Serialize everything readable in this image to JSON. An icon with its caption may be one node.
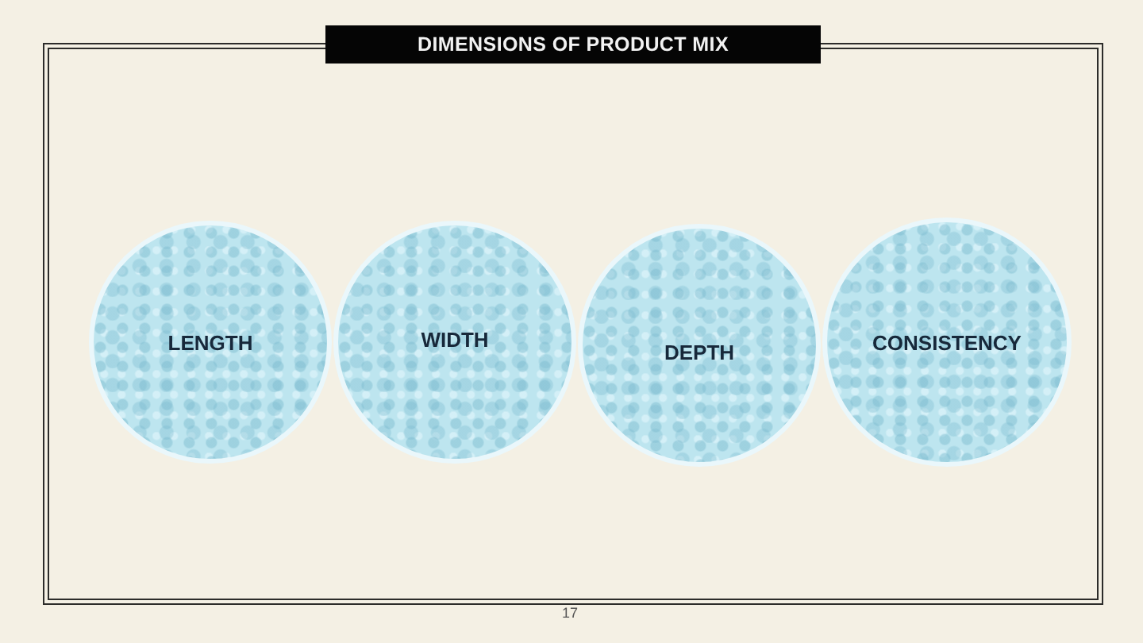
{
  "diagram": {
    "title": "DIMENSIONS OF PRODUCT MIX",
    "nodes": [
      {
        "text": [
          "LENGTH"
        ]
      },
      {
        "text": [
          "WIDTH"
        ]
      },
      {
        "text": [
          "DEPTH"
        ]
      },
      {
        "text": [
          "CONSISTENCY"
        ]
      }
    ],
    "labels": [
      "17"
    ]
  }
}
